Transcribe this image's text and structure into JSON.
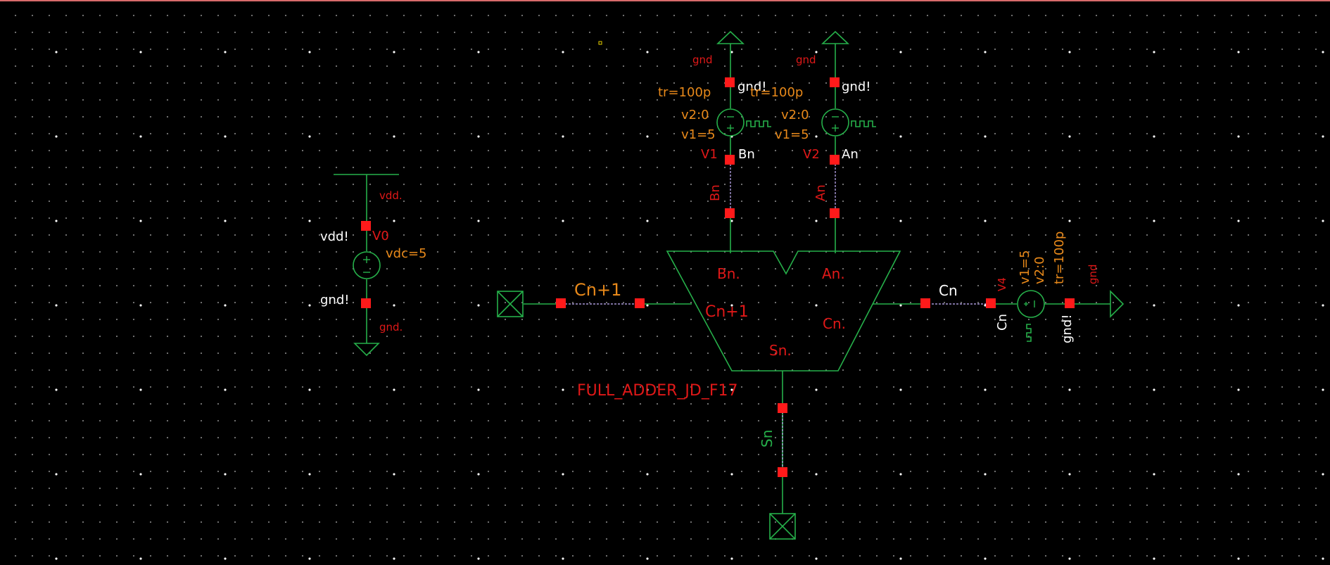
{
  "colors": {
    "background": "#000000",
    "wire": "#26b04a",
    "pin": "#ff1a1a",
    "instance_label": "#e01818",
    "property": "#e8891a",
    "net_label": "#ffffff",
    "selection_wire": "#c8b4ff",
    "border": "#d86a6a"
  },
  "labels": {
    "vdd_net": "vdd.",
    "vdd_pin": "vdd!",
    "v0_name": "V0",
    "v0_vdc": "vdc=5",
    "v0_gnd_pin": "gnd!",
    "v0_gnd_net": "gnd.",
    "v1_gnd_net": "gnd",
    "v1_gnd_pin": "gnd!",
    "v1_tr": "tr=100p",
    "v1_v2": "v2:0",
    "v1_v1": "v1=5",
    "v1_name": "V1",
    "v1_net": "Bn",
    "bn_wire": "Bn",
    "v2_gnd_net": "gnd",
    "v2_gnd_pin": "gnd!",
    "v2_tr": "tr=100p",
    "v2_v2": "v2:0",
    "v2_v1": "v1=5",
    "v2_name": "V2",
    "v2_net": "An",
    "an_wire": "An",
    "cout_wire": "Cn+1",
    "cn_wire": "Cn",
    "v4_name": "V4",
    "v4_v1": "v1=5",
    "v4_v2": "v2:0",
    "v4_tr": "tr=100p",
    "v4_gnd_net": "gnd",
    "v4_gnd_pin": "gnd!",
    "v4_net": "Cn",
    "sn_wire": "Sn",
    "block_pin_bn": "Bn.",
    "block_pin_an": "An.",
    "block_pin_cout": "Cn+1",
    "block_pin_cn": "Cn.",
    "block_pin_sn": "Sn.",
    "block_name": "FULL_ADDER_JD_F17"
  },
  "icons": {
    "vdd": "vdd-bar-icon",
    "gnd": "ground-triangle-icon",
    "dc_source": "dc-voltage-source-icon",
    "pulse_source": "pulse-voltage-source-icon",
    "io_pin": "io-pin-box-icon"
  }
}
